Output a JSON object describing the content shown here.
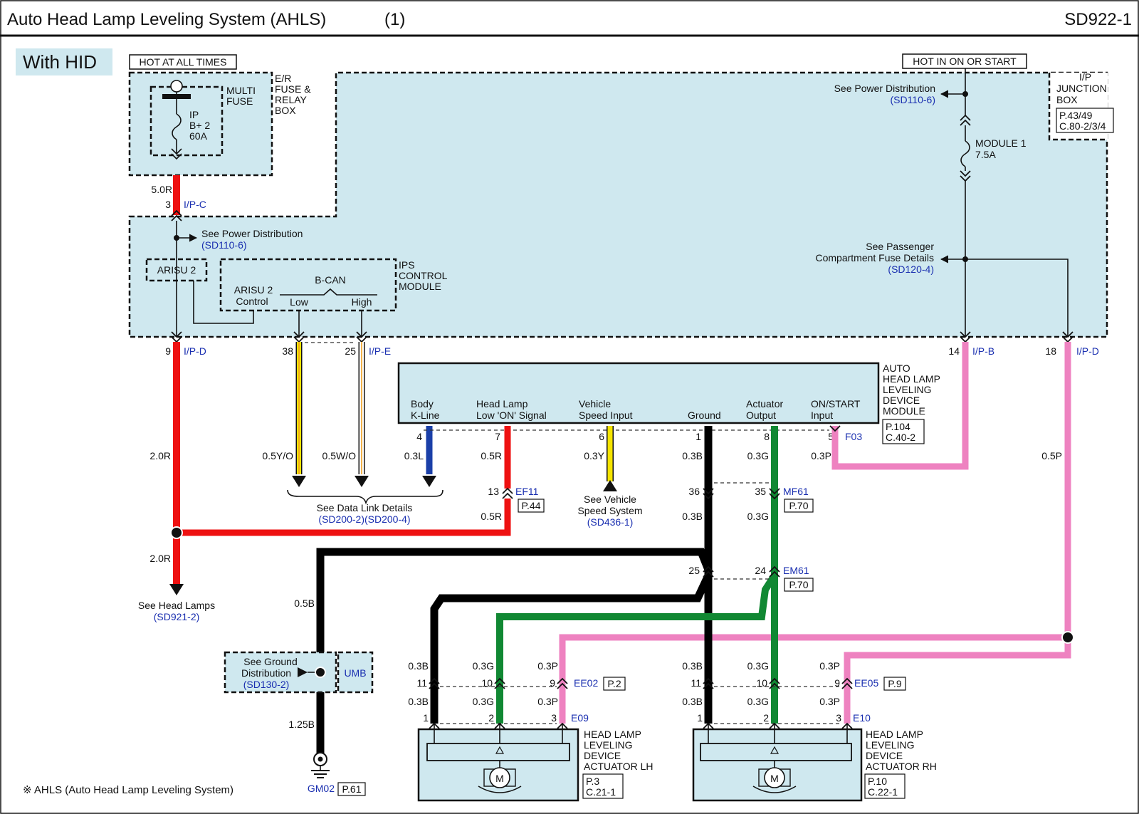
{
  "header": {
    "title": "Auto Head Lamp Leveling System (AHLS)",
    "sheet_index": "(1)",
    "code": "SD922-1"
  },
  "badge": "With HID",
  "footnote": "※ AHLS (Auto Head Lamp Leveling System)",
  "power": {
    "hot_all_times": "HOT AT ALL TIMES",
    "hot_on_start": "HOT IN ON OR START"
  },
  "er_box": {
    "line1": "E/R",
    "line2": "FUSE &",
    "line3": "RELAY",
    "line4": "BOX",
    "multi_fuse_1": "MULTI",
    "multi_fuse_2": "FUSE",
    "fuse_1": "IP",
    "fuse_2": "B+ 2",
    "fuse_3": "60A"
  },
  "ip_box": {
    "line1": "I/P",
    "line2": "JUNCTION",
    "line3": "BOX",
    "page": "P.43/49",
    "conn": "C.80-2/3/4",
    "fuse_1": "MODULE 1",
    "fuse_2": "7.5A",
    "see_power": "See Power Distribution",
    "see_power_ref": "(SD110-6)",
    "see_pass_1": "See Passenger",
    "see_pass_2": "Compartment Fuse Details",
    "see_pass_ref": "(SD120-4)"
  },
  "ips_module": {
    "line1": "IPS",
    "line2": "CONTROL",
    "line3": "MODULE",
    "arisu": "ARISU 2",
    "arisu_ctrl_1": "ARISU 2",
    "arisu_ctrl_2": "Control",
    "bcan": "B-CAN",
    "low": "Low",
    "high": "High",
    "see_power": "See Power Distribution",
    "see_power_ref": "(SD110-6)"
  },
  "connectors": {
    "ipc": "I/P-C",
    "ipd": "I/P-D",
    "ipe": "I/P-E",
    "ipb": "I/P-B",
    "ipd2": "I/P-D",
    "f03": "F03",
    "ef11": "EF11",
    "mf61": "MF61",
    "em61": "EM61",
    "ee02": "EE02",
    "ee05": "EE05",
    "e09": "E09",
    "e10": "E10",
    "umb": "UMB",
    "gm02": "GM02"
  },
  "pages": {
    "ef11": "P.44",
    "mf61": "P.70",
    "em61": "P.70",
    "ee02": "P.2",
    "ee05": "P.9",
    "gm02": "P.61"
  },
  "pins": {
    "p3": "3",
    "p9": "9",
    "p38": "38",
    "p25": "25",
    "p14": "14",
    "p18": "18",
    "m4": "4",
    "m7": "7",
    "m6": "6",
    "m1": "1",
    "m8": "8",
    "m5": "5",
    "ef13": "13",
    "mf36": "36",
    "mf35": "35",
    "em25": "25",
    "em24": "24",
    "l11": "11",
    "l10": "10",
    "l9": "9",
    "l1": "1",
    "l2": "2",
    "l3": "3",
    "r11": "11",
    "r10": "10",
    "r9": "9",
    "r1": "1",
    "r2": "2",
    "r3": "3"
  },
  "wires": {
    "w50r": "5.0R",
    "w20r_a": "2.0R",
    "w20r_b": "2.0R",
    "w05yo": "0.5Y/O",
    "w05wo": "0.5W/O",
    "w03l": "0.3L",
    "w05r_a": "0.5R",
    "w05r_b": "0.5R",
    "w03y": "0.3Y",
    "w03b_a": "0.3B",
    "w03b_b": "0.3B",
    "w03g_a": "0.3G",
    "w03g_b": "0.3G",
    "w03p": "0.3P",
    "w05p": "0.5P",
    "w05b": "0.5B",
    "w125b": "1.25B",
    "l_03b_a": "0.3B",
    "l_03b_b": "0.3B",
    "l_03g_a": "0.3G",
    "l_03g_b": "0.3G",
    "l_03p_a": "0.3P",
    "l_03p_b": "0.3P",
    "r_03b_a": "0.3B",
    "r_03b_b": "0.3B",
    "r_03g_a": "0.3G",
    "r_03g_b": "0.3G",
    "r_03p_a": "0.3P",
    "r_03p_b": "0.3P"
  },
  "ahl_module": {
    "line1": "AUTO",
    "line2": "HEAD LAMP",
    "line3": "LEVELING",
    "line4": "DEVICE",
    "line5": "MODULE",
    "page": "P.104",
    "conn": "C.40-2",
    "t1a": "Body",
    "t1b": "K-Line",
    "t2a": "Head Lamp",
    "t2b": "Low 'ON' Signal",
    "t3a": "Vehicle",
    "t3b": "Speed Input",
    "t4": "Ground",
    "t5a": "Actuator",
    "t5b": "Output",
    "t6a": "ON/START",
    "t6b": "Input"
  },
  "refs": {
    "data_link": "See Data Link Details",
    "data_link_ref": "(SD200-2)(SD200-4)",
    "vss_1": "See Vehicle",
    "vss_2": "Speed System",
    "vss_ref": "(SD436-1)",
    "head_lamps": "See Head Lamps",
    "head_lamps_ref": "(SD921-2)",
    "ground_1": "See Ground",
    "ground_2": "Distribution",
    "ground_ref": "(SD130-2)"
  },
  "actuator_lh": {
    "line1": "HEAD LAMP",
    "line2": "LEVELING",
    "line3": "DEVICE",
    "line4": "ACTUATOR LH",
    "page": "P.3",
    "conn": "C.21-1",
    "motor": "M"
  },
  "actuator_rh": {
    "line1": "HEAD LAMP",
    "line2": "LEVELING",
    "line3": "DEVICE",
    "line4": "ACTUATOR RH",
    "page": "P.10",
    "conn": "C.22-1",
    "motor": "M"
  },
  "colors": {
    "red": "#ee1111",
    "black": "#000000",
    "green": "#118833",
    "pink": "#ee82c0",
    "blue": "#1a3fa8",
    "yellow": "#f5e400",
    "orange": "#f0a020",
    "panel": "#cfe8ef"
  }
}
